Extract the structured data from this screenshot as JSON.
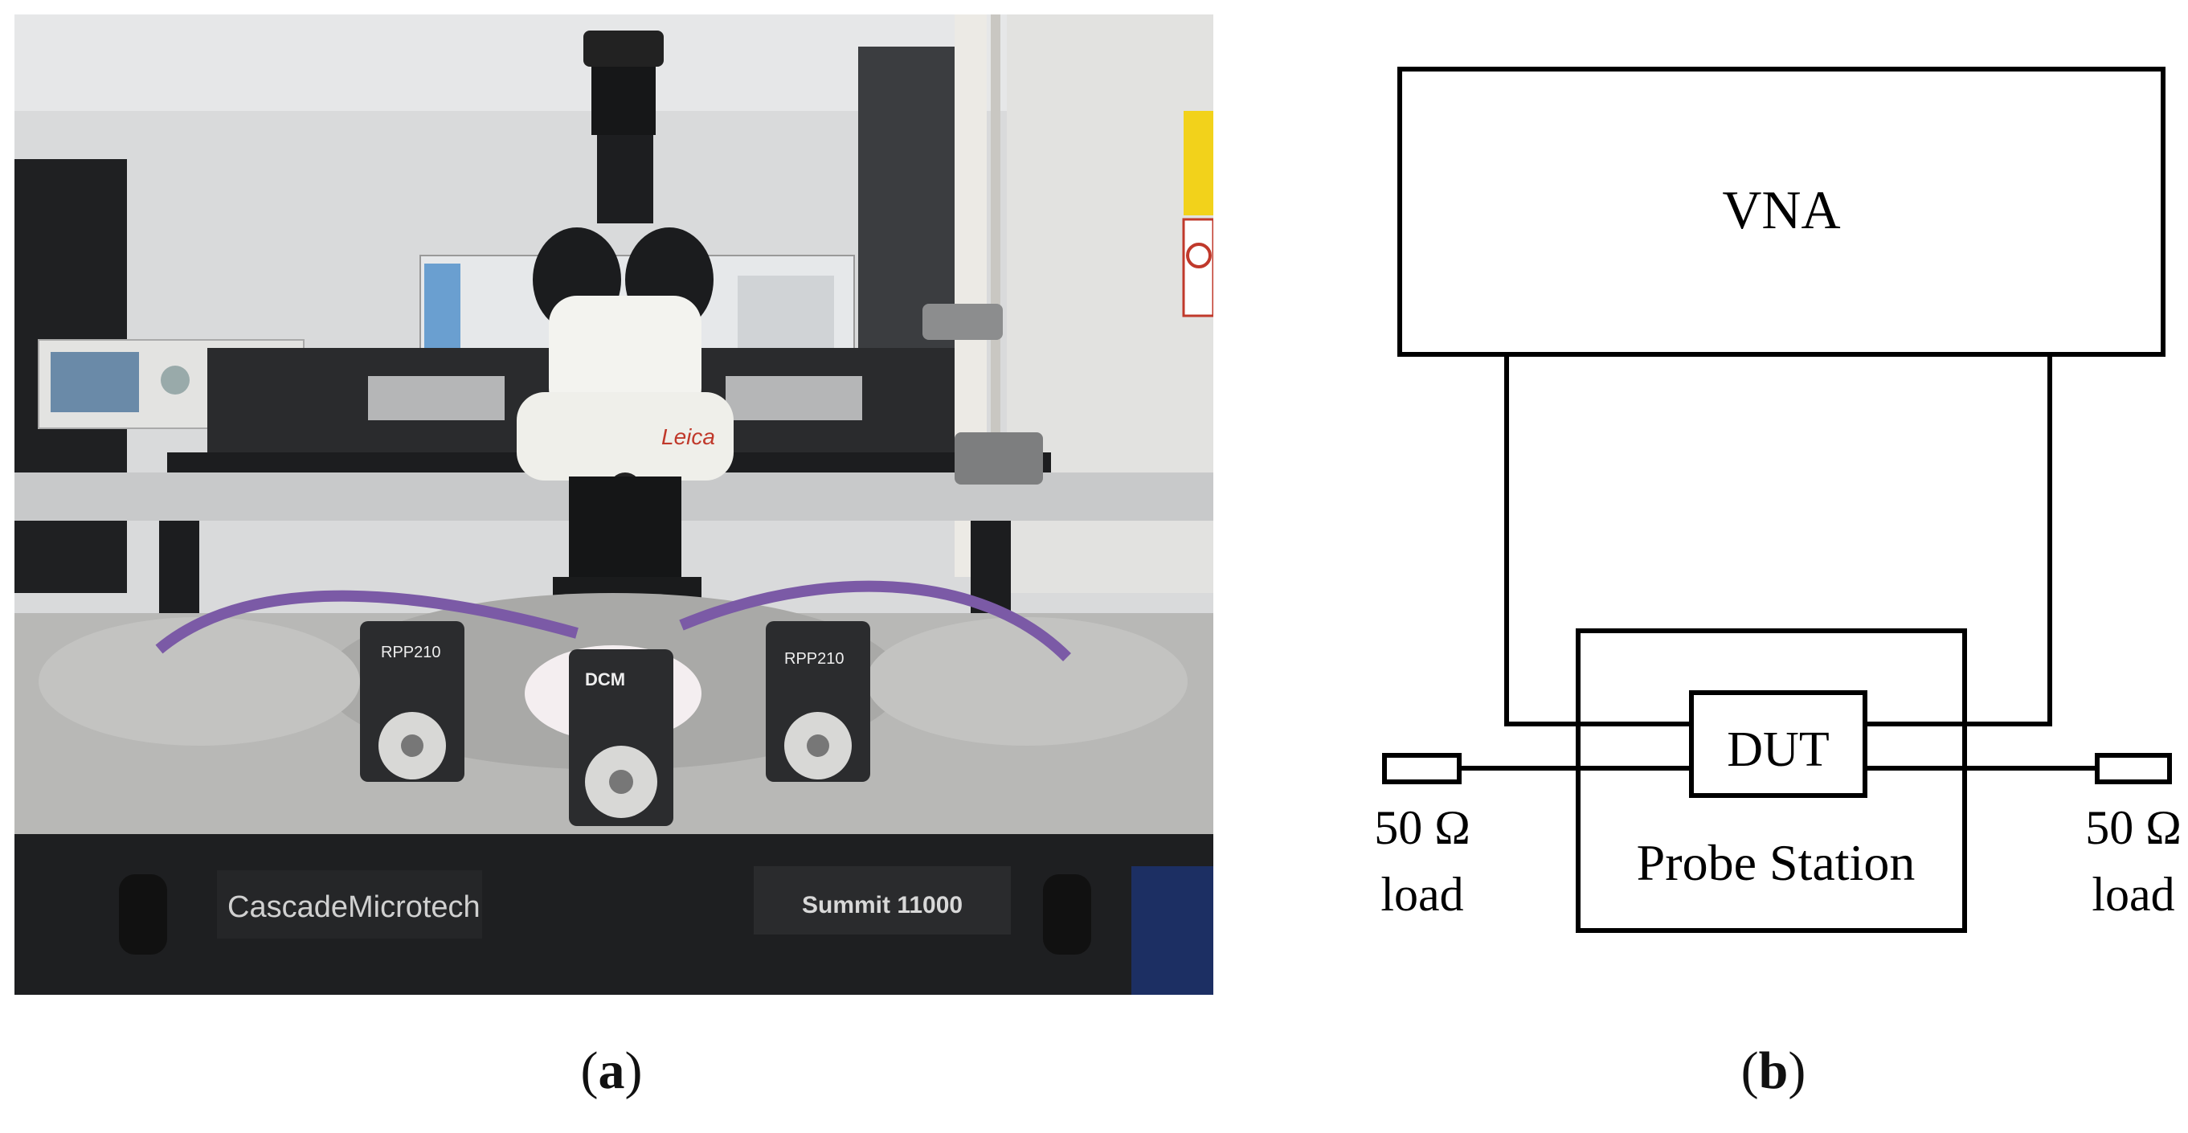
{
  "photo": {
    "brand_label": "CascadeMicrotech",
    "model_label": "Summit 11000",
    "positioner_label_left": "RPP210",
    "positioner_label_right": "RPP210",
    "positioner_label_center": "DCM",
    "scope_label": "Leica"
  },
  "diagram": {
    "vna_label": "VNA",
    "dut_label": "DUT",
    "probe_station_label": "Probe Station",
    "left_load_value": "50 Ω",
    "left_load_text": "load",
    "right_load_value": "50 Ω",
    "right_load_text": "load"
  },
  "captions": {
    "a": "a",
    "b": "b"
  },
  "colors": {
    "cable_purple": "#7b5aa6",
    "line_black": "#000000",
    "bench_gray": "#b8b8b6"
  }
}
